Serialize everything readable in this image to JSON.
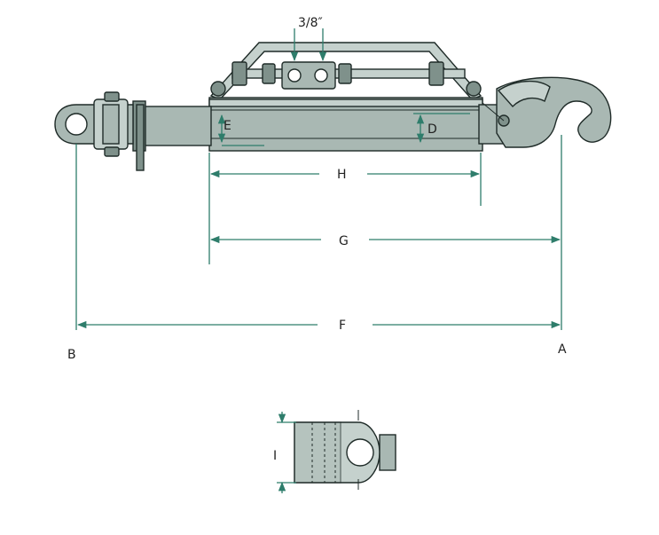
{
  "labels": {
    "thread": "3/8″",
    "E": "E",
    "D": "D",
    "H": "H",
    "G": "G",
    "F": "F",
    "A": "A",
    "B": "B",
    "I": "I"
  },
  "colors": {
    "dimension_line": "#2e7d6b",
    "body_fill": "#a9b8b3",
    "outline": "#1f2b28"
  }
}
